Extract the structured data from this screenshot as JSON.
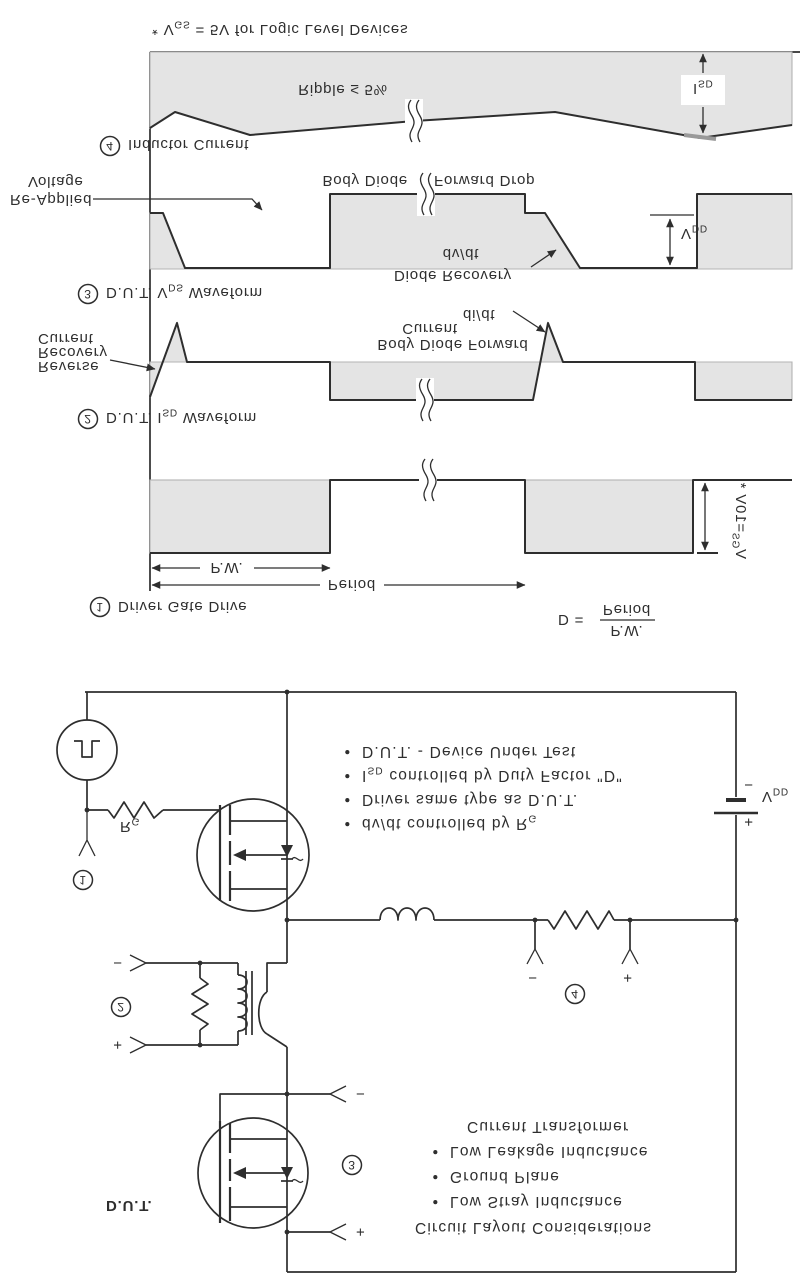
{
  "colors": {
    "ink": "#2e2e2e",
    "shade": "#e4e4e4",
    "peak_bar": "#9a9a9a",
    "bg": "#ffffff"
  },
  "bullet_char": "•",
  "footnote": {
    "pre": "* V",
    "sub": "GS",
    "post": " = 5V for Logic Level Devices"
  },
  "waveform_panel": {
    "w1": {
      "num": "1",
      "title": "Driver Gate Drive",
      "pw_label": "P.W.",
      "period_label": "Period",
      "duty_lhs": "D =",
      "duty_numerator": "P.W.",
      "duty_denominator": "Period",
      "vgs_pre": "V",
      "vgs_sub": "GS",
      "vgs_post": "=10V *"
    },
    "w2": {
      "num": "2",
      "title_pre": "D.U.T. I",
      "title_sub": "SD",
      "title_post": " Waveform",
      "reverse_line1": "Reverse",
      "reverse_line2": "Recovery",
      "reverse_line3": "Current",
      "forward_line1": "Body Diode Forward",
      "forward_line2": "Current",
      "didt_label": "di/dt"
    },
    "w3": {
      "num": "3",
      "title_pre": "D.U.T. V",
      "title_sub": "DS",
      "title_post": " Waveform",
      "reapplied_line1": "Re-Applied",
      "reapplied_line2": "Voltage",
      "drop_left": "Body Diode",
      "drop_right": "Forward Drop",
      "recovery_line1": "Diode Recovery",
      "recovery_line2": "dv/dt",
      "vdd_pre": "V",
      "vdd_sub": "DD"
    },
    "w4": {
      "num": "4",
      "title": "Inductor Current",
      "ripple_label": "Ripple ≤ 5%",
      "isd_pre": "I",
      "isd_sub": "SD"
    }
  },
  "circuit": {
    "dut_label": "D.U.T.",
    "rg_pre": "R",
    "rg_sub": "G",
    "supply": {
      "vdd_pre": "V",
      "vdd_sub": "DD",
      "plus": "+",
      "minus": "−"
    },
    "probe_numbers": {
      "p1": "1",
      "p2": "2",
      "p3": "3",
      "p4": "4"
    },
    "xfmr_probe": {
      "plus": "+",
      "minus": "−"
    },
    "shunt_probe": {
      "plus": "+",
      "minus": "−"
    },
    "dut_probe": {
      "plus": "+",
      "minus": "−"
    },
    "notes": [
      {
        "pre": "dv/dt controlled by R",
        "sub": "G",
        "post": ""
      },
      {
        "pre": "Driver same type as D.U.T.",
        "sub": "",
        "post": ""
      },
      {
        "pre": "I",
        "sub": "SD",
        "post": " controlled by Duty Factor \"D\""
      },
      {
        "pre": "D.U.T. - Device Under Test",
        "sub": "",
        "post": ""
      }
    ],
    "layout_notes": {
      "heading": "Circuit Layout Considerations",
      "items": [
        "Low Stray Inductance",
        "Ground Plane",
        "Low Leakage Inductance"
      ],
      "continuation": "Current Transformer"
    }
  }
}
